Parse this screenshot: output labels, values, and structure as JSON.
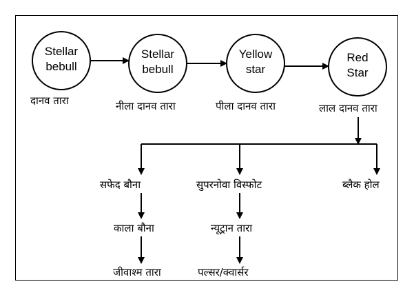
{
  "nodes": [
    {
      "id": "stellar-nebula-1",
      "line1": "Stellar",
      "line2": "bebull",
      "caption": "दानव तारा"
    },
    {
      "id": "stellar-nebula-2",
      "line1": "Stellar",
      "line2": "bebull",
      "caption": "नीला दानव तारा"
    },
    {
      "id": "yellow-star",
      "line1": "Yellow",
      "line2": "star",
      "caption": "पीला दानव तारा"
    },
    {
      "id": "red-star",
      "line1": "Red",
      "line2": "Star",
      "caption": "लाल दानव तारा"
    }
  ],
  "branches": {
    "left": [
      "सफेद बौना",
      "काला बौना",
      "जीवाश्म तारा"
    ],
    "middle": [
      "सुपरनोवा विस्फोट",
      "न्यूट्रान तारा",
      "पल्सर/क्वार्सर"
    ],
    "right": [
      "ब्लैक होल"
    ]
  }
}
